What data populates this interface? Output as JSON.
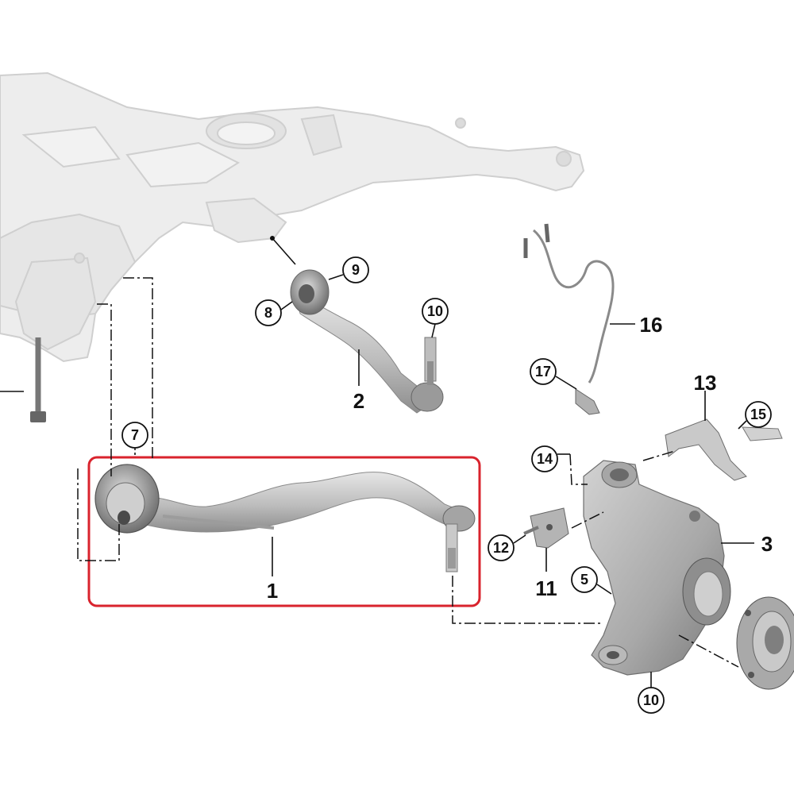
{
  "callouts": {
    "c1": "1",
    "c2": "2",
    "c3": "3",
    "c5": "5",
    "c7": "7",
    "c8": "8",
    "c9": "9",
    "c10a": "10",
    "c10b": "10",
    "c11": "11",
    "c12": "12",
    "c13": "13",
    "c14": "14",
    "c15": "15",
    "c16": "16",
    "c17": "17"
  },
  "colors": {
    "highlight_box": "#d9232d",
    "subframe_fill": "#ececec",
    "subframe_stroke": "#c9c9c9",
    "part_fill_light": "#dcdcdc",
    "part_fill_mid": "#b9b9b9",
    "part_fill_dark": "#8c8c8c",
    "line": "#111111"
  }
}
